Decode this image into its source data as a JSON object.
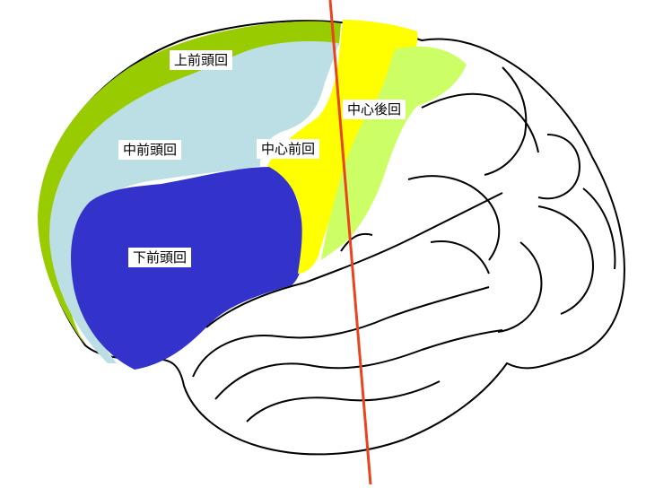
{
  "labels": {
    "superior_frontal": "上前頭回",
    "middle_frontal": "中前頭回",
    "inferior_frontal": "下前頭回",
    "precentral": "中心前回",
    "postcentral": "中心後回"
  },
  "colors": {
    "superior_frontal": "#99cc00",
    "middle_frontal": "#bbdfe4",
    "inferior_frontal": "#3333cc",
    "precentral": "#ffff00",
    "postcentral": "#ccff66",
    "central_line": "#e8441e",
    "outline": "#000000"
  }
}
